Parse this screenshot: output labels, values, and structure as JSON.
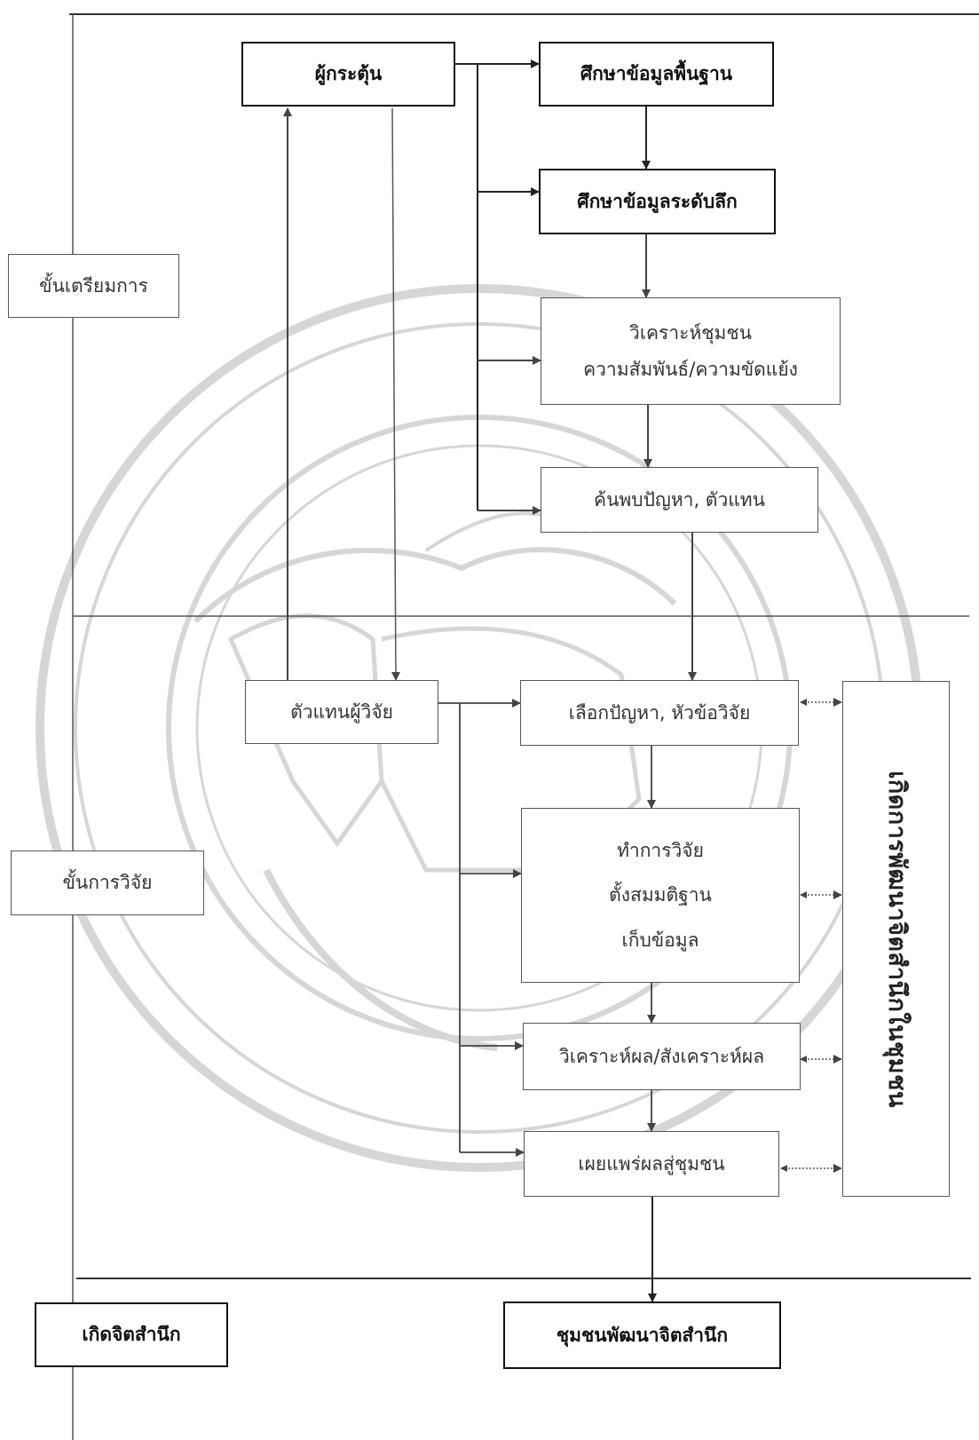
{
  "stages": {
    "preparation": "ขั้นเตรียมการ",
    "research": "ขั้นการวิจัย",
    "awareness": "เกิดจิตสำนึก"
  },
  "nodes": {
    "stimulator": "ผู้กระตุ้น",
    "basic_data": "ศึกษาข้อมูลพื้นฐาน",
    "deep_data": "ศึกษาข้อมูลระดับลึก",
    "community_analysis": {
      "line1": "วิเคราะห์ชุมชน",
      "line2": "ความสัมพันธ์/ความขัดแย้ง"
    },
    "discover": "ค้นพบปัญหา, ตัวแทน",
    "researcher_rep": "ตัวแทนผู้วิจัย",
    "select_problem": "เลือกปัญหา, หัวข้อวิจัย",
    "conduct": {
      "line1": "ทำการวิจัย",
      "line2": "ตั้งสมมติฐาน",
      "line3": "เก็บข้อมูล"
    },
    "analyze_results": "วิเคราะห์ผล/สังเคราะห์ผล",
    "disseminate": "เผยแพร่ผลสู่ชุมชน",
    "community_dev": "ชุมชนพัฒนาจิตสำนึก",
    "vertical_box": "เกิดการพัฒนาจิตสำนึกในชุมชน"
  },
  "colors": {
    "line": "#333333",
    "thin_line": "#777777",
    "watermark": "#d2d2d2"
  },
  "watermark_icon": "university-seal-icon"
}
